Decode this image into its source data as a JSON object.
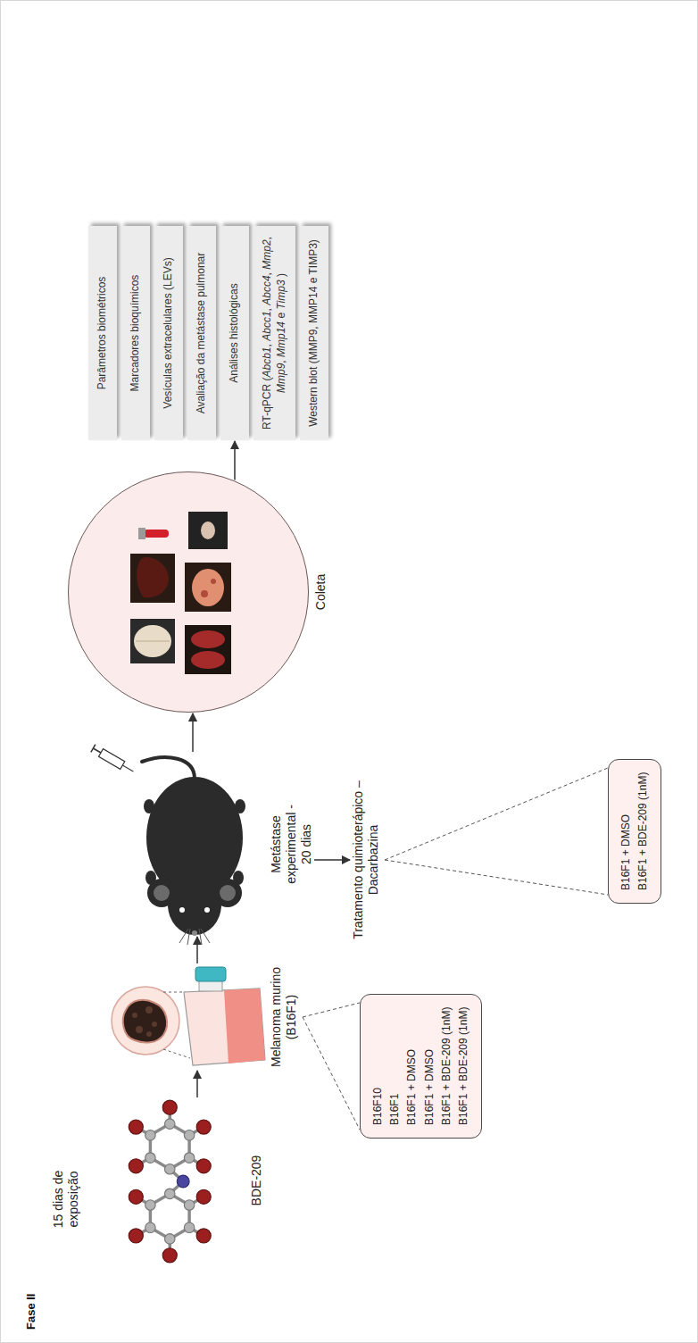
{
  "diagram": {
    "title": "Fase II",
    "nodes": [
      {
        "text": [
          "BDE-209"
        ]
      },
      {
        "text": [
          "Melanoma murino (B16F1)"
        ]
      },
      {
        "text": [
          "B16F10",
          "B16F1",
          "B16F1 + DMSO",
          "B16F1 + DMSO",
          "B16F1 + BDE-209 (1nM)",
          "B16F1 + BDE-209 (1nM)"
        ]
      },
      {
        "text": [
          "Metástase experimental - 20 dias"
        ]
      },
      {
        "text": [
          "Tratamento quimioterápico – Dacarbazina"
        ]
      },
      {
        "text": [
          "B16F1 + DMSO",
          "B16F1 + BDE-209 (1nM)"
        ]
      },
      {
        "text": [
          "Coleta"
        ]
      },
      {
        "text": [
          "Parâmetros biométricos"
        ]
      },
      {
        "text": [
          "Marcadores bioquímicos"
        ]
      },
      {
        "text": [
          "Vesículas extracelulares (LEVs)"
        ]
      },
      {
        "text": [
          "Avaliação da metástase pulmonar"
        ]
      },
      {
        "text": [
          "Análises histológicas"
        ]
      },
      {
        "text": [
          "RT-qPCR (Abcb1, Abcc1, Abcc4, Mmp2, Mmp9, Mmp14 e Timp3 )"
        ]
      },
      {
        "text": [
          "Western blot (MMP9, MMP14 e TIMP3)"
        ]
      }
    ],
    "edges": [
      {
        "from": 0,
        "to": 1,
        "arrow": "to"
      },
      {
        "from": 1,
        "to": 2,
        "arrow": "none"
      },
      {
        "from": 1,
        "to": 3,
        "arrow": "to"
      },
      {
        "from": 3,
        "to": 4,
        "arrow": "to"
      },
      {
        "from": 4,
        "to": 5,
        "arrow": "none"
      },
      {
        "from": 3,
        "to": 6,
        "arrow": "to"
      },
      {
        "from": 6,
        "to": 11,
        "arrow": "to"
      }
    ],
    "labels": [
      "15 dias de exposição"
    ]
  }
}
